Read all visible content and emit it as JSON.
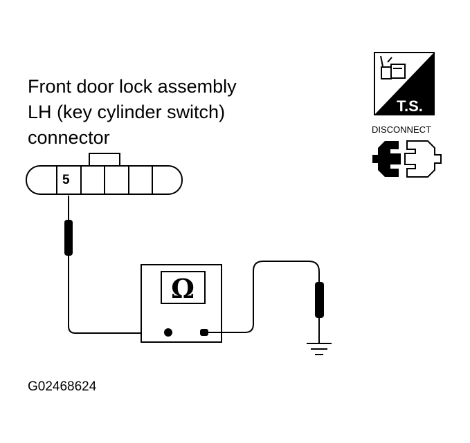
{
  "diagram": {
    "title_lines": [
      "Front door lock assembly",
      "LH (key cylinder switch)",
      "connector"
    ],
    "connector": {
      "pin_label": "5"
    },
    "meter": {
      "symbol": "Ω",
      "icon": "ohmmeter-icon"
    },
    "badges": {
      "ts_label": "T.S.",
      "ts_icon": "tester-icon",
      "disconnect_label": "DISCONNECT",
      "disconnect_icon": "disconnect-connector-icon"
    },
    "ground_icon": "ground-icon",
    "figure_id": "G02468624"
  }
}
